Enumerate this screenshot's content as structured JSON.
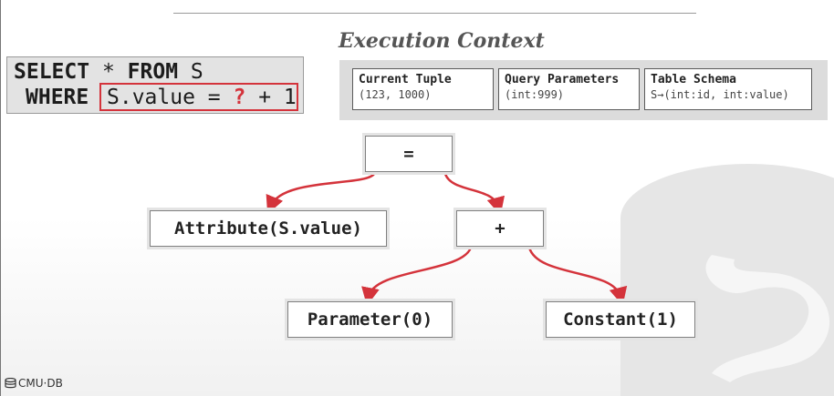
{
  "sql": {
    "select": "SELECT",
    "star": "*",
    "from": "FROM",
    "table": "S",
    "where": "WHERE",
    "pred_lhs": "S.value = ",
    "pred_param": "?",
    "pred_rhs": " + 1"
  },
  "context": {
    "title": "Execution Context",
    "cards": [
      {
        "heading": "Current Tuple",
        "value": "(123, 1000)"
      },
      {
        "heading": "Query Parameters",
        "value": "(int:999)"
      },
      {
        "heading": "Table Schema",
        "value": "S→(int:id, int:value)"
      }
    ]
  },
  "tree": {
    "root": "=",
    "attribute": "Attribute(S.value)",
    "plus": "+",
    "parameter": "Parameter(0)",
    "constant": "Constant(1)"
  },
  "footer": {
    "logo_icon": "database-icon",
    "label": "CMU·DB"
  },
  "colors": {
    "accent_red": "#d4333b",
    "panel_gray": "#dcdcdc",
    "sql_bg": "#e3e3e3"
  }
}
